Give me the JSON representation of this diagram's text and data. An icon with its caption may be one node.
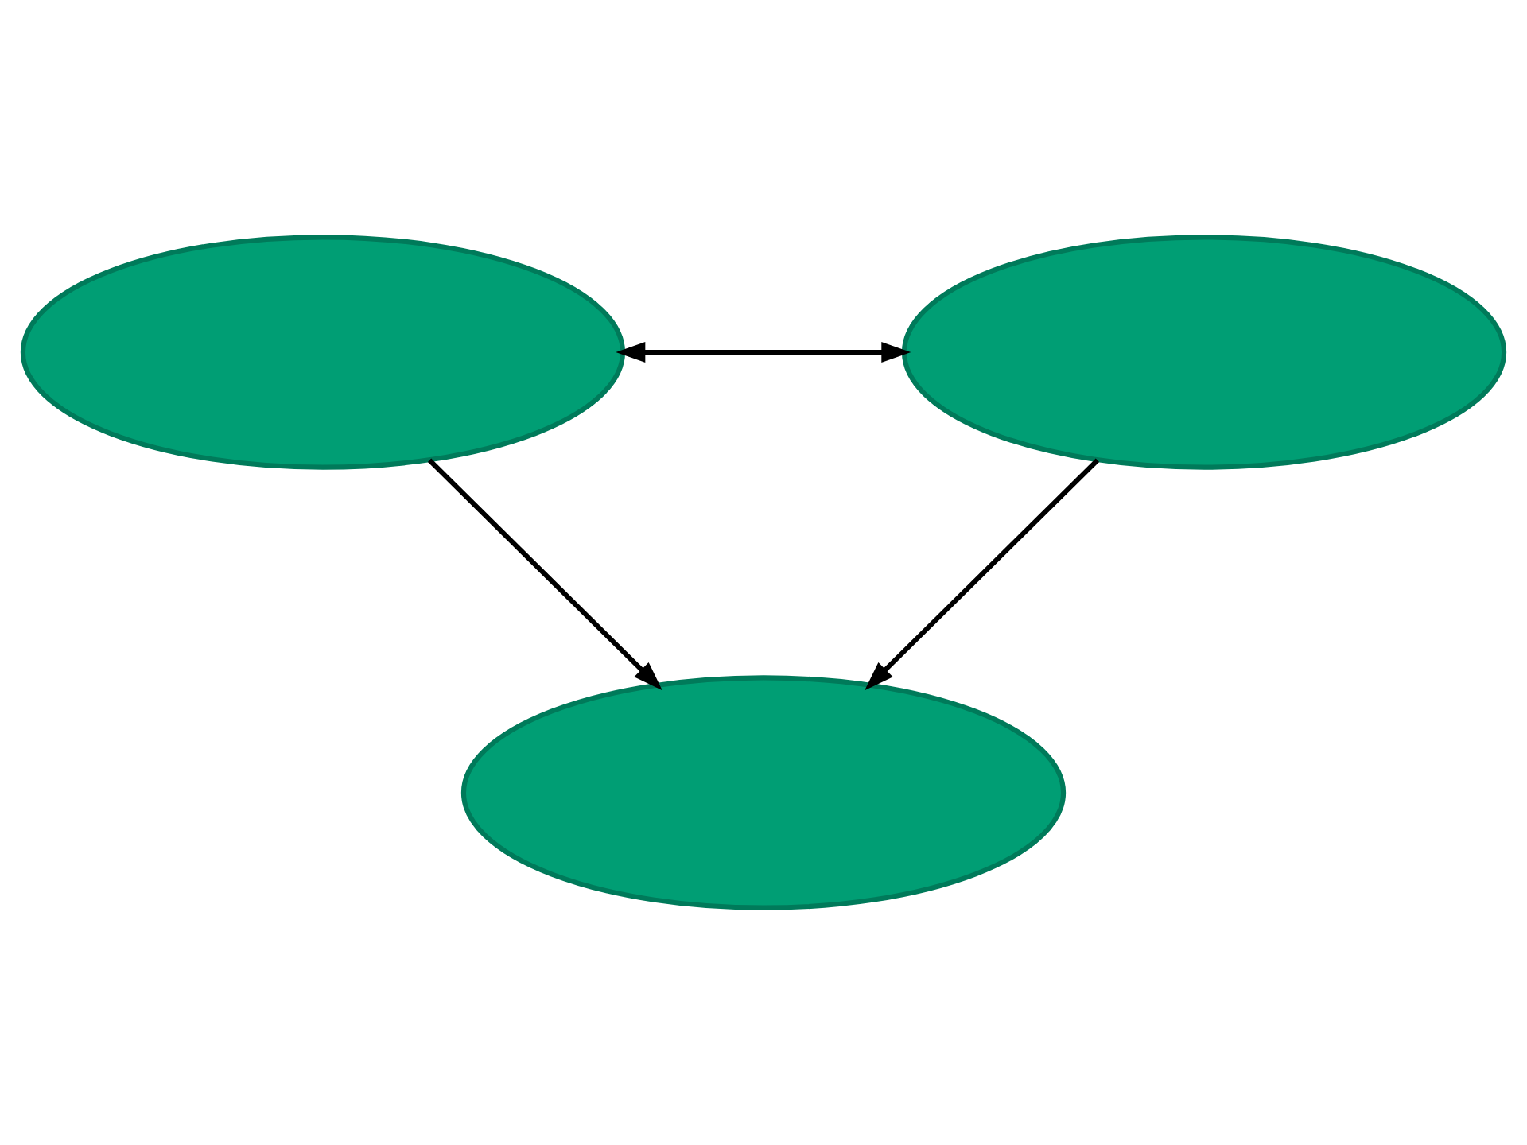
{
  "diagram": {
    "nodes": [
      {
        "text": [],
        "shape": "ellipse"
      },
      {
        "text": [],
        "shape": "ellipse"
      },
      {
        "text": [],
        "shape": "ellipse"
      }
    ],
    "edges": [
      {
        "from": 1,
        "to": 0,
        "arrow": "to"
      },
      {
        "from": 2,
        "to": 0,
        "arrow": "to"
      },
      {
        "from": 1,
        "to": 2,
        "arrow": "both"
      }
    ]
  }
}
